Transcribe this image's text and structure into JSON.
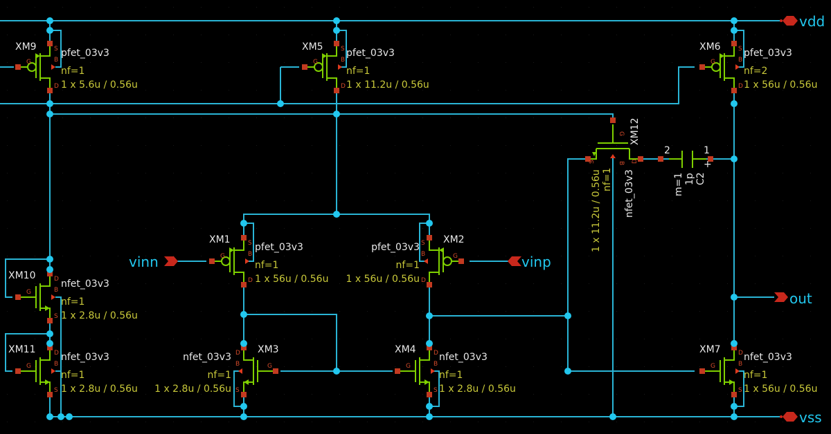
{
  "ports": {
    "vdd": "vdd",
    "vss": "vss",
    "out": "out",
    "vinn": "vinn",
    "vinp": "vinp"
  },
  "devices": [
    {
      "ref": "XM9",
      "model": "pfet_03v3",
      "nf": "nf=1",
      "size": "1 x 5.6u / 0.56u"
    },
    {
      "ref": "XM5",
      "model": "pfet_03v3",
      "nf": "nf=1",
      "size": "1 x 11.2u / 0.56u"
    },
    {
      "ref": "XM6",
      "model": "pfet_03v3",
      "nf": "nf=2",
      "size": "1 x 56u / 0.56u"
    },
    {
      "ref": "XM12",
      "model": "nfet_03v3",
      "nf": "nf=1",
      "size": "1 x 11.2u / 0.56u"
    },
    {
      "ref": "XM1",
      "model": "pfet_03v3",
      "nf": "nf=1",
      "size": "1 x 56u / 0.56u"
    },
    {
      "ref": "XM2",
      "model": "pfet_03v3",
      "nf": "nf=1",
      "size": "1 x 56u / 0.56u"
    },
    {
      "ref": "XM10",
      "model": "nfet_03v3",
      "nf": "nf=1",
      "size": "1 x 2.8u / 0.56u"
    },
    {
      "ref": "XM11",
      "model": "nfet_03v3",
      "nf": "nf=1",
      "size": "1 x 2.8u / 0.56u"
    },
    {
      "ref": "XM3",
      "model": "nfet_03v3",
      "nf": "nf=1",
      "size": "1 x 2.8u / 0.56u"
    },
    {
      "ref": "XM4",
      "model": "nfet_03v3",
      "nf": "nf=1",
      "size": "1 x 2.8u / 0.56u"
    },
    {
      "ref": "XM7",
      "model": "nfet_03v3",
      "nf": "nf=1",
      "size": "1 x 56u / 0.56u"
    }
  ],
  "capacitor": {
    "ref": "C2",
    "value": "1p",
    "m": "m=1",
    "pin_a": "2",
    "pin_b": "1",
    "plus": "+"
  },
  "pin_letters": {
    "g": "G",
    "s": "S",
    "b": "B",
    "d": "D"
  },
  "colors": {
    "wire": "#2ab5d6",
    "junction": "#22c7ee",
    "device": "#7fd000",
    "pin": "#c23a20",
    "label": "#e8e8e8",
    "param": "#c9c93a",
    "port": "#c8281c"
  }
}
